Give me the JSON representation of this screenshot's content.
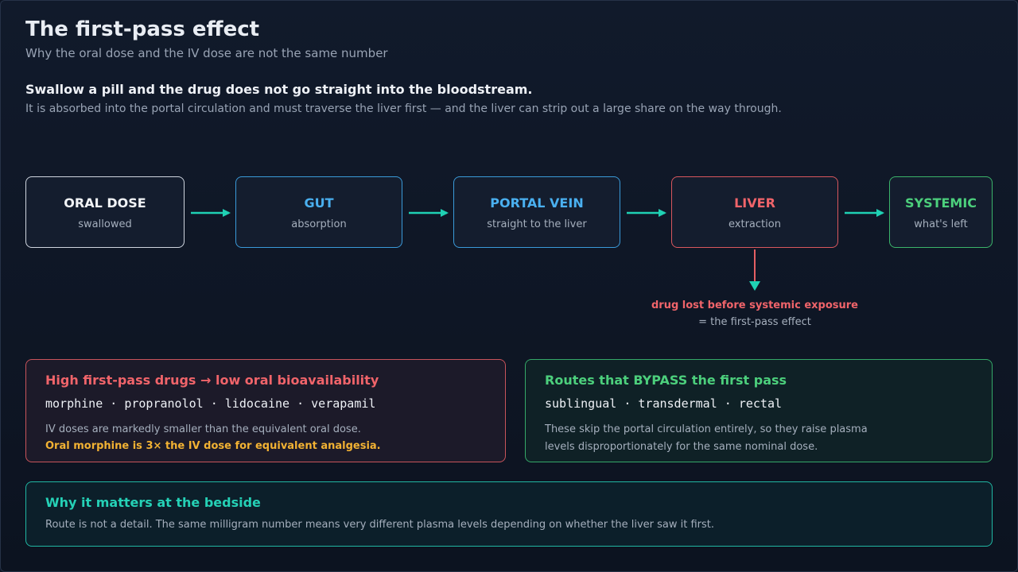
{
  "header": {
    "title": "The first-pass effect",
    "subtitle": "Why the oral dose and the IV dose are not the same number"
  },
  "intro": {
    "lead": "Swallow a pill and the drug does not go straight into the bloodstream.",
    "detail": "It is absorbed into the portal circulation and must traverse the liver first — and the liver can strip out a large share on the way through."
  },
  "flow": [
    {
      "name": "ORAL DOSE",
      "desc": "swallowed"
    },
    {
      "name": "GUT",
      "desc": "absorption"
    },
    {
      "name": "PORTAL VEIN",
      "desc": "straight to the liver"
    },
    {
      "name": "LIVER",
      "desc": "extraction"
    },
    {
      "name": "SYSTEMIC",
      "desc": "what's left"
    }
  ],
  "loss": {
    "label": "drug lost before systemic exposure",
    "note": "= the first-pass effect"
  },
  "cards": {
    "high": {
      "heading": "High first-pass drugs → low oral bioavailability",
      "drugs": "morphine · propranolol · lidocaine · verapamil",
      "line1": "IV doses are markedly smaller than the equivalent oral dose.",
      "line2": "Oral morphine is 3× the IV dose for equivalent analgesia."
    },
    "bypass": {
      "heading": "Routes that BYPASS the first pass",
      "routes": "sublingual · transdermal · rectal",
      "line1": "These skip the portal circulation entirely, so they raise plasma",
      "line2": "levels disproportionately for the same nominal dose."
    },
    "bedside": {
      "heading": "Why it matters at the bedside",
      "text": "Route is not a detail. The same milligram number means very different plasma levels depending on whether the liver saw it first."
    }
  },
  "colors": {
    "arrow": "#1fd1b4",
    "liver_line": "#e45f63",
    "portal": "#4ab0f0",
    "liver": "#f0646a",
    "systemic": "#4ccf7c",
    "highlight": "#f2b233"
  }
}
